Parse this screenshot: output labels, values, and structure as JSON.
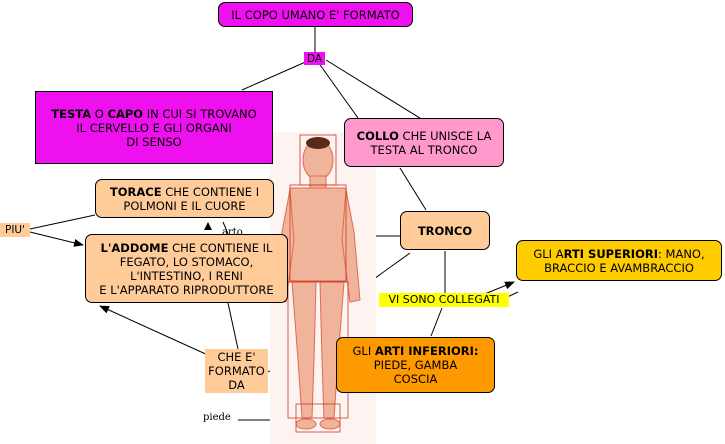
{
  "concepts": {
    "root": {
      "text": "IL COPO UMANO E' FORMATO",
      "color": "#ee10ee"
    },
    "da": {
      "text": "DA",
      "color": "#ee10ee"
    },
    "testa": {
      "b1": "TESTA",
      "t1": " O ",
      "b2": "CAPO",
      "t2": " IN CUI SI TROVANO",
      "line2": "IL CERVELLO E GLI ORGANI",
      "line3": "DI SENSO",
      "color": "#ee10ee"
    },
    "collo": {
      "b1": "COLLO",
      "t1": " CHE UNISCE LA",
      "line2": "TESTA AL TRONCO",
      "color": "#ff99cc"
    },
    "torace": {
      "b1": "TORACE",
      "t1": " CHE CONTIENE I",
      "line2": "POLMONI E IL CUORE",
      "color": "#ffcc99"
    },
    "piu": {
      "text": "PIU'",
      "color": "#ffcc99"
    },
    "addome": {
      "b1": "L'ADDOME",
      "t1": " CHE CONTIENE IL",
      "line2": "FEGATO, LO STOMACO,",
      "line3": "L'INTESTINO, I RENI",
      "line4": "E L'APPARATO RIPRODUTTORE",
      "color": "#ffcc99"
    },
    "tronco": {
      "text": "TRONCO",
      "color": "#ffcc99"
    },
    "vi_sono": {
      "text": "VI SONO COLLEGATI",
      "color": "#ffff00"
    },
    "arti_superiori": {
      "t1": "GLI A",
      "b1": "RTI SUPERIORI",
      "t2": ": MANO,",
      "line2": "BRACCIO E AVAMBRACCIO",
      "color": "#ffcc00"
    },
    "arti_inferiori": {
      "t1": "GLI ",
      "b1": "ARTI INFERIORI:",
      "line2": "PIEDE, GAMBA",
      "line3": "COSCIA",
      "color": "#ff9900"
    },
    "che_formato": {
      "line1": "CHE E'",
      "line2": "FORMATO",
      "line3": "DA",
      "color": "#ffcc99"
    }
  },
  "image_captions": {
    "arto": "arto",
    "piede": "piede"
  }
}
